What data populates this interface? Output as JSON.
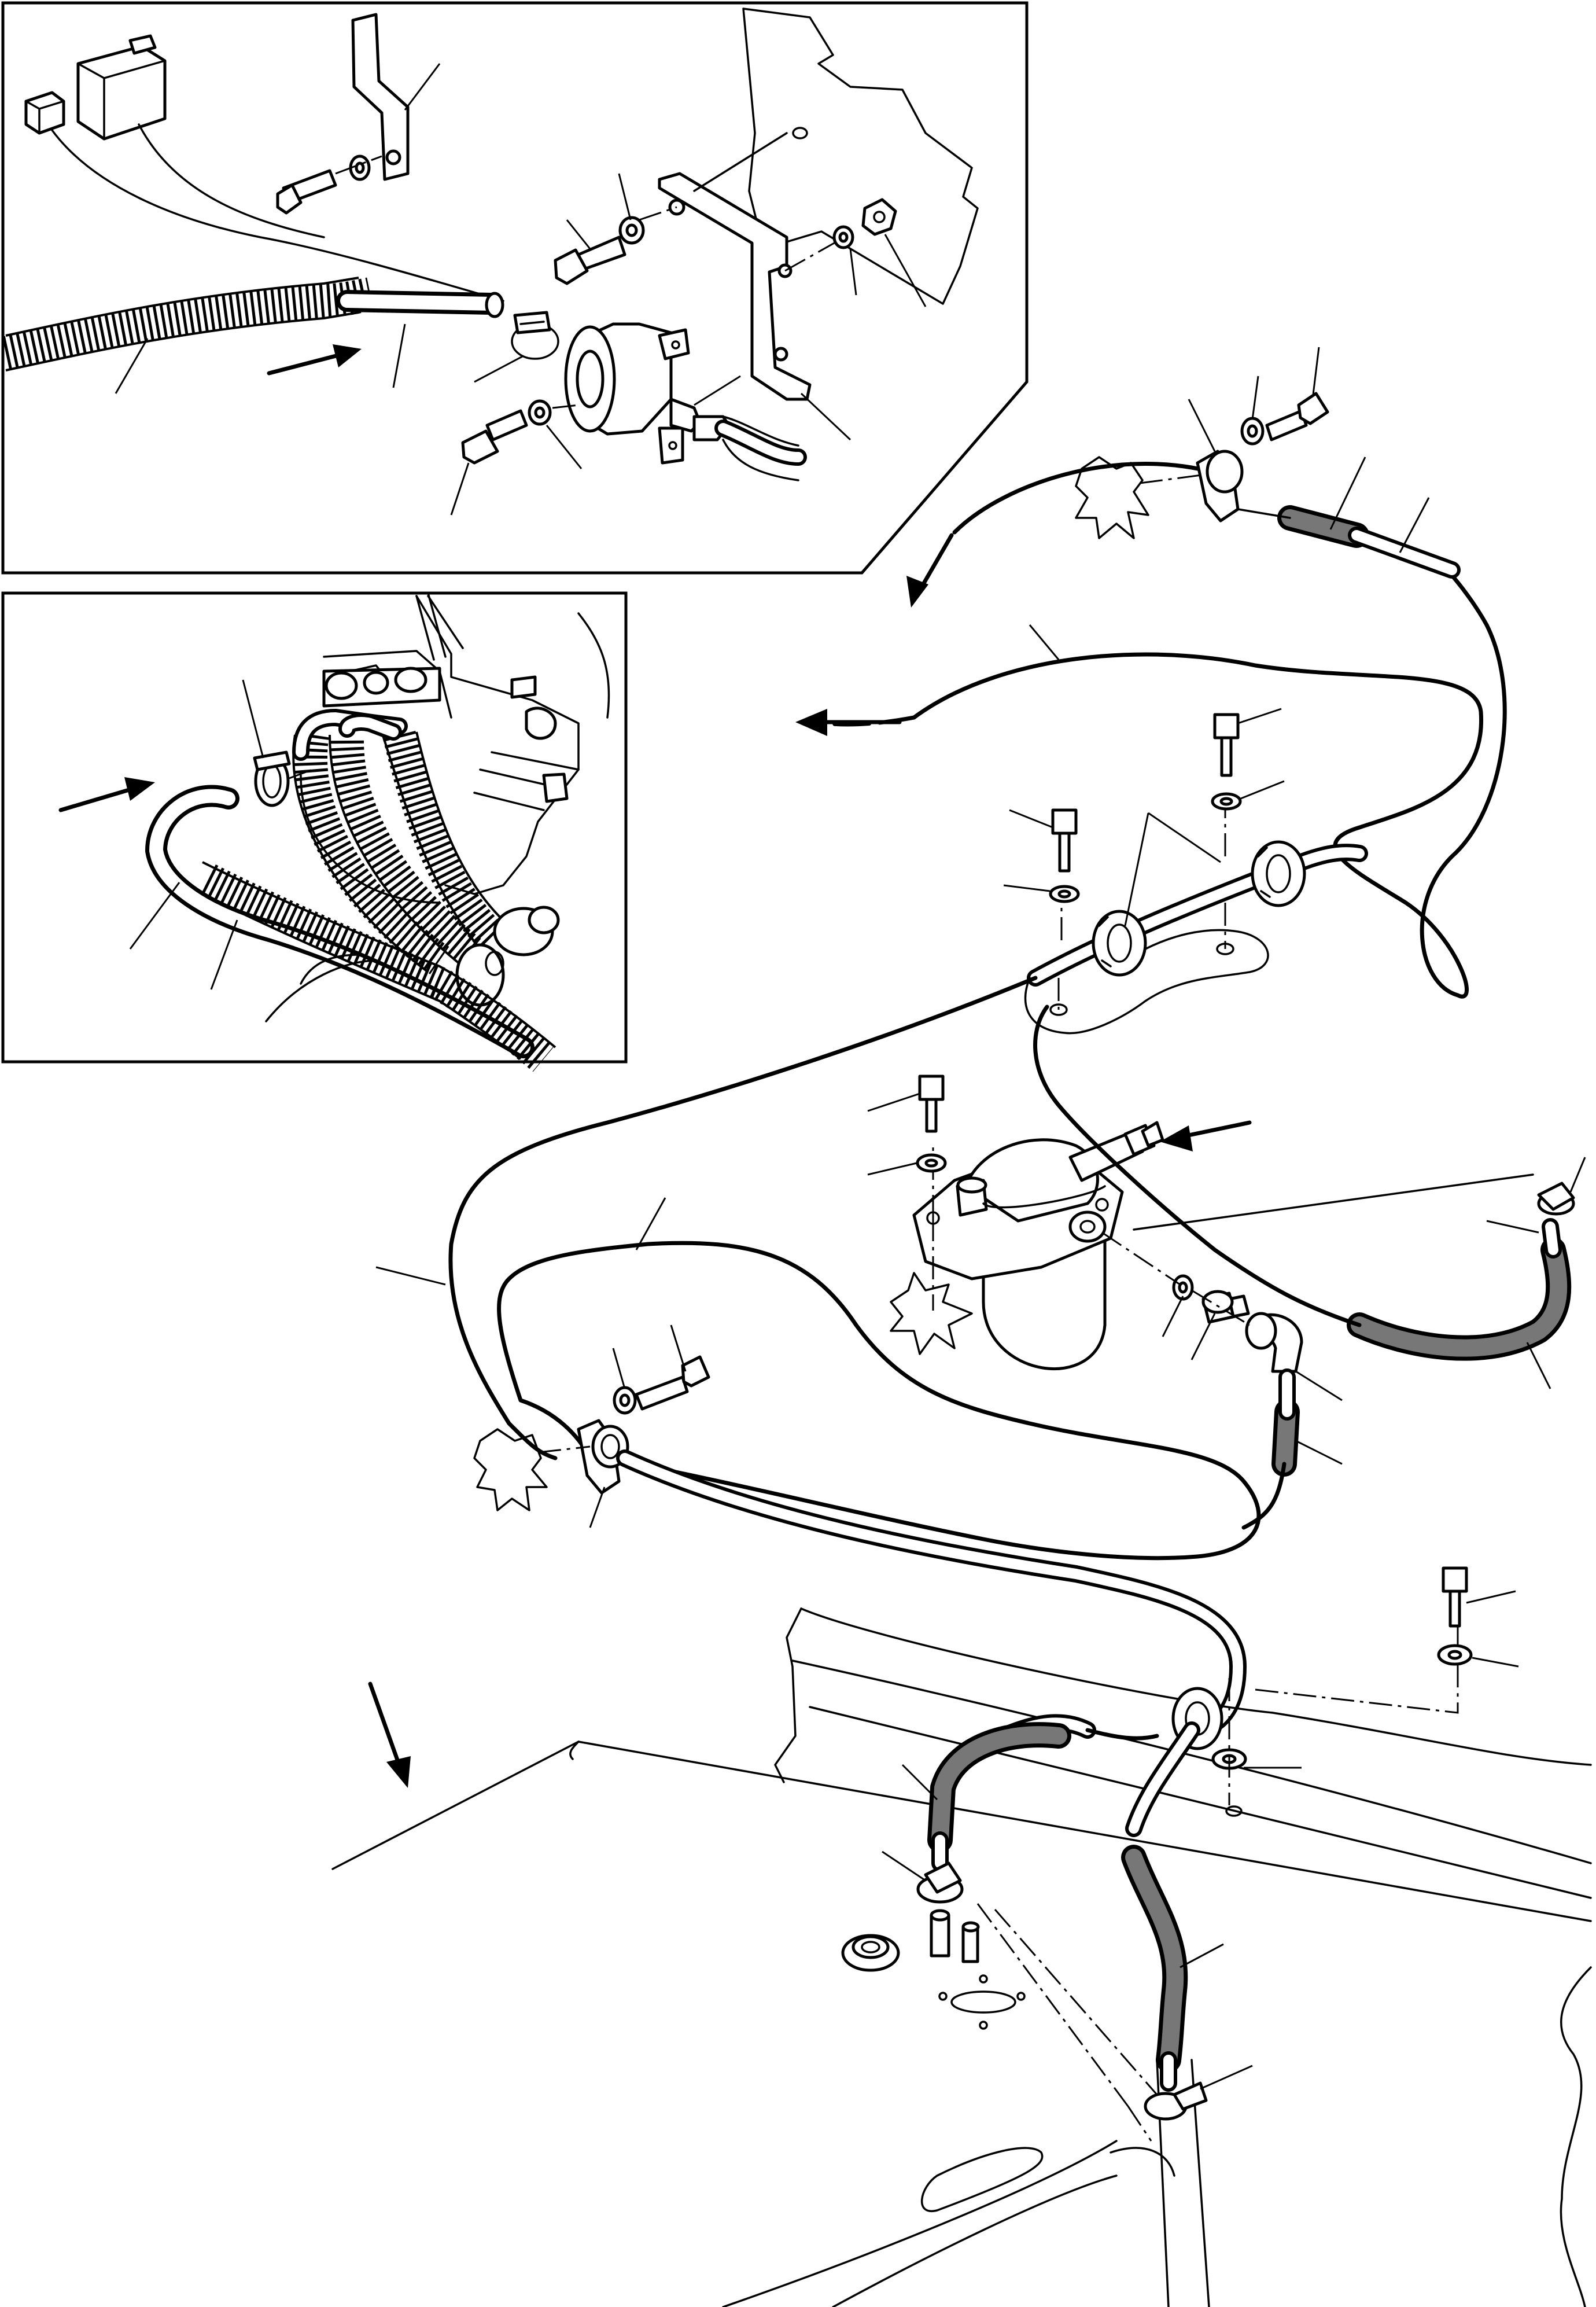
{
  "figure": {
    "description_kind": "exploded parts diagram",
    "colors": {
      "line": "#000000",
      "background": "#ffffff",
      "hose_fill": "#777777"
    },
    "callouts": {
      "top_inset": [
        "electric-pump",
        "mounting-bracket",
        "washer",
        "bolt",
        "nut",
        "hose",
        "clamp",
        "corrugated-sleeve"
      ],
      "left_inset": [
        "clamp",
        "hose",
        "corrugated-sleeve"
      ],
      "main": [
        "hose",
        "clamp",
        "bolt",
        "washer",
        "fuel-filter",
        "fitting",
        "tank-connection"
      ]
    },
    "icons": [
      "arrow-icon",
      "bolt-icon",
      "washer-icon",
      "clamp-icon",
      "filter-icon",
      "pump-icon",
      "relay-icon",
      "tank-icon"
    ]
  }
}
